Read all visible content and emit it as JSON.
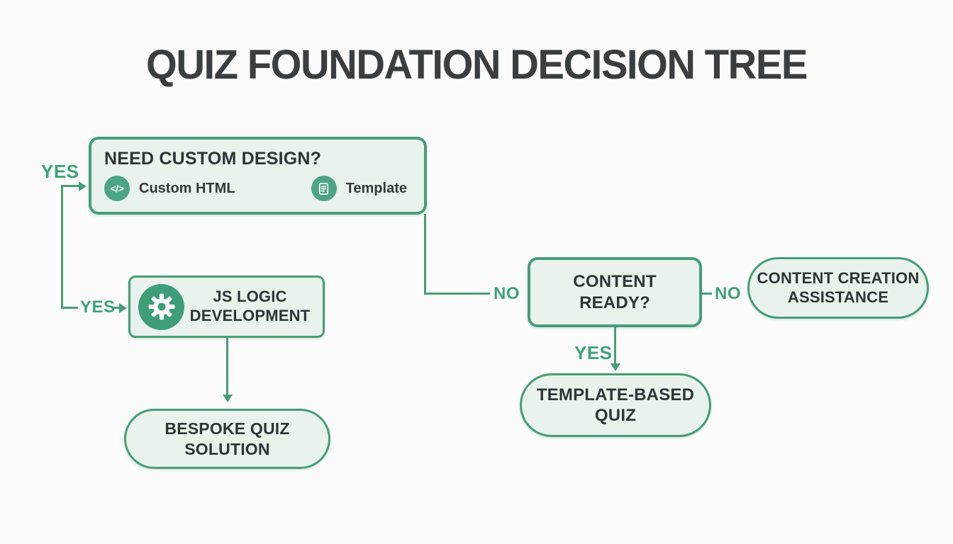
{
  "title": "QUIZ FOUNDATION DECISION TREE",
  "colors": {
    "accent_green": "#459e78",
    "label_green": "#3da377",
    "node_fill": "#e9f3eb",
    "text_dark": "#2f3437",
    "title_color": "#3a3e41",
    "background": "#fbfcfb"
  },
  "nodes": {
    "need_custom_design": {
      "question": "NEED CUSTOM DESIGN?",
      "options": [
        {
          "icon": "code-icon",
          "glyph": "</>",
          "label": "Custom HTML"
        },
        {
          "icon": "document-icon",
          "label": "Template"
        }
      ]
    },
    "js_logic": {
      "icon": "gear-icon",
      "line1": "JS LOGIC",
      "line2": "DEVELOPMENT"
    },
    "bespoke": {
      "line1": "BESPOKE QUIZ",
      "line2": "SOLUTION"
    },
    "content_ready": {
      "line1": "CONTENT",
      "line2": "READY?"
    },
    "content_creation": {
      "line1": "CONTENT CREATION",
      "line2": "ASSISTANCE"
    },
    "template_quiz": {
      "line1": "TEMPLATE-BASED",
      "line2": "QUIZ"
    }
  },
  "edges": {
    "yes_to_design": "YES",
    "yes_to_js_logic": "YES",
    "no_to_content_ready": "NO",
    "no_to_content_creation": "NO",
    "yes_to_template_quiz": "YES"
  }
}
